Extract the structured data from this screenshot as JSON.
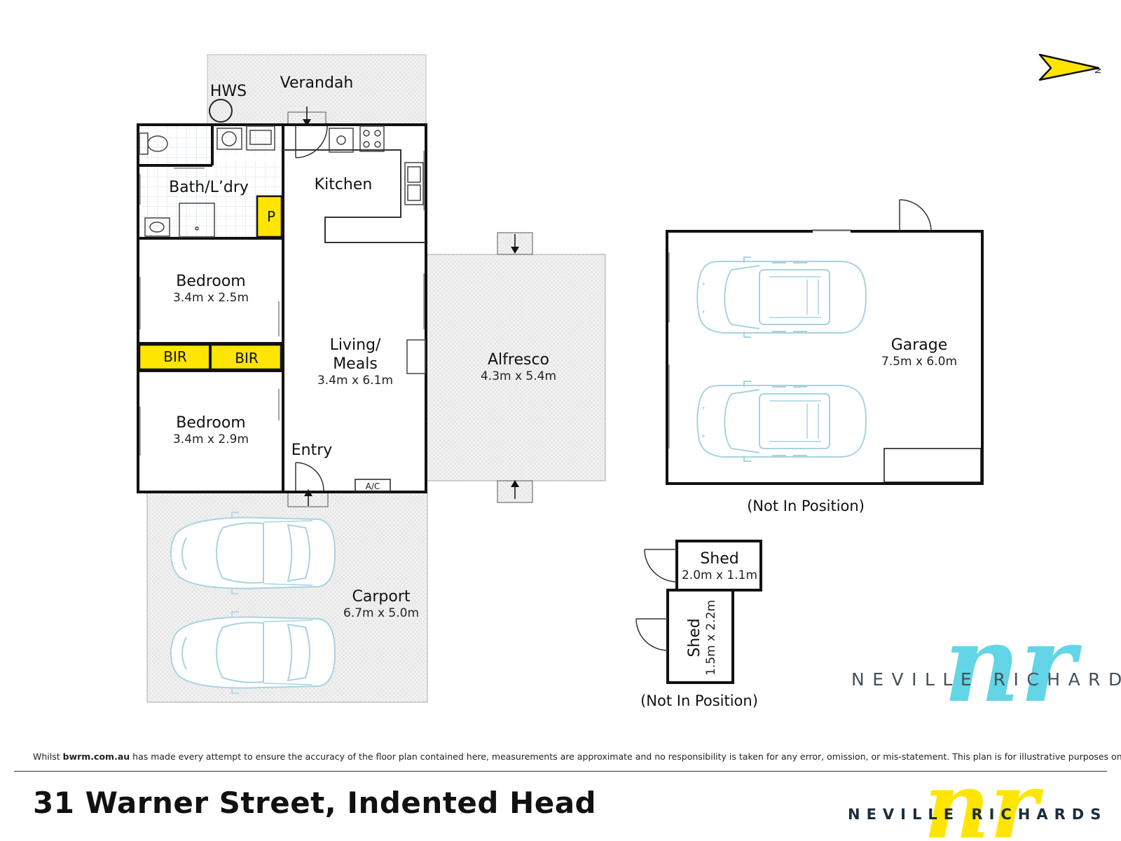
{
  "rooms": {
    "verandah": "Verandah",
    "hws": "HWS",
    "bath_laundry": "Bath/L’dry",
    "pantry": "P",
    "kitchen": "Kitchen",
    "bedroom1": {
      "name": "Bedroom",
      "size": "3.4m x 2.5m"
    },
    "bir1": "BIR",
    "bir2": "BIR",
    "bedroom2": {
      "name": "Bedroom",
      "size": "3.4m x 2.9m"
    },
    "living": {
      "name_line1": "Living/",
      "name_line2": "Meals",
      "size": "3.4m x 6.1m"
    },
    "entry": "Entry",
    "ac": "A/C",
    "alfresco": {
      "name": "Alfresco",
      "size": "4.3m x 5.4m"
    },
    "carport": {
      "name": "Carport",
      "size": "6.7m x 5.0m"
    },
    "garage": {
      "name": "Garage",
      "size": "7.5m x 6.0m"
    },
    "shed1": {
      "name": "Shed",
      "size": "2.0m x 1.1m"
    },
    "shed2": {
      "name": "Shed",
      "size": "1.5m x 2.2m"
    }
  },
  "notes": {
    "garage_position": "(Not In Position)",
    "shed_position": "(Not In Position)"
  },
  "north_label": "N",
  "brand": {
    "name_mid": "NEVILLE RICHARD",
    "name_footer": "NEVILLE RICHARDS",
    "monogram": "nr"
  },
  "footer": {
    "disclaimer_before": "Whilst ",
    "disclaimer_site": "bwrm.com.au",
    "disclaimer_after": " has made every attempt to ensure the accuracy of the floor plan contained here, measurements are approximate and no responsibility is taken for any error, omission, or mis-statement. This plan is for illustrative purposes only.",
    "address": "31 Warner Street, Indented Head"
  },
  "colors": {
    "wall": "#111111",
    "pantry_fill": "#ffe500",
    "outdoor_fill": "#efefef",
    "tile_grid": "#d5dfe6",
    "car_outline": "#a9d3e0",
    "brand_cyan": "#55d2e4",
    "brand_yellow": "#ffe500",
    "north_arrow": "#ffe500"
  }
}
